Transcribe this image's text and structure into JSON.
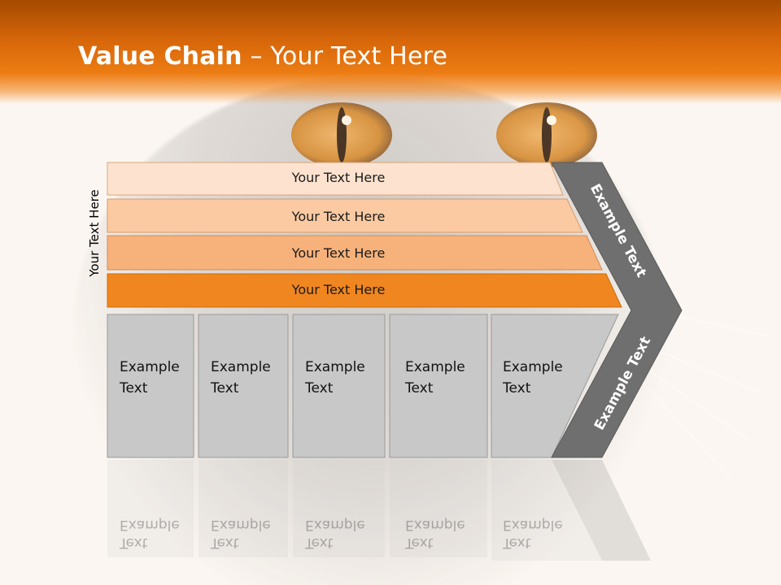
{
  "title": {
    "bold": "Value Chain",
    "rest": " – Your Text Here"
  },
  "side_label": "Your Text Here",
  "bars": [
    {
      "label": "Your Text Here",
      "color": "#fde3cf"
    },
    {
      "label": "Your Text Here",
      "color": "#fbcaa2"
    },
    {
      "label": "Your Text Here",
      "color": "#f7b27c"
    },
    {
      "label": "Your Text Here",
      "color": "#f0861f"
    }
  ],
  "boxes": [
    {
      "line1": "Example",
      "line2": "Text"
    },
    {
      "line1": "Example",
      "line2": "Text"
    },
    {
      "line1": "Example",
      "line2": "Text"
    },
    {
      "line1": "Example",
      "line2": "Text"
    },
    {
      "line1": "Example",
      "line2": "Text"
    }
  ],
  "arrow": {
    "upper": "Example Text",
    "lower": "Example Text",
    "color": "#6f6f6f"
  },
  "colors": {
    "header": "#e2700e",
    "box_fill": "#c8c8c8"
  }
}
